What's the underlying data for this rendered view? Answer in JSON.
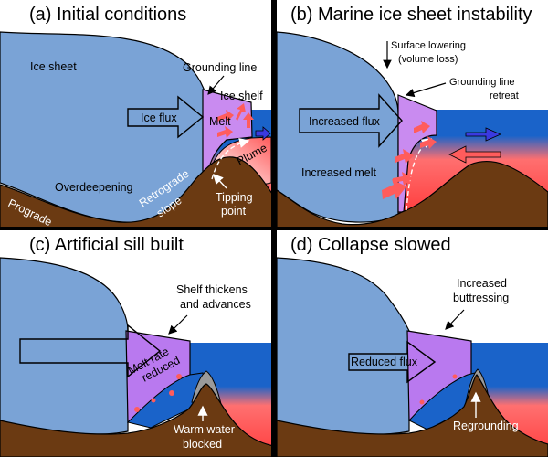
{
  "panels": {
    "a": {
      "title": "(a) Initial conditions",
      "labels": {
        "ice_sheet": "Ice sheet",
        "grounding_line": "Grounding line",
        "ice_shelf": "Ice shelf",
        "ice_flux": "Ice flux",
        "melt": "Melt",
        "plume": "Plume",
        "overdeepening": "Overdeepening",
        "prograde": "Prograde",
        "retrograde_1": "Retrograde",
        "retrograde_2": "slope",
        "tipping_1": "Tipping",
        "tipping_2": "point"
      }
    },
    "b": {
      "title": "(b) Marine ice sheet instability",
      "labels": {
        "surface_1": "Surface lowering",
        "surface_2": "(volume loss)",
        "gl_retreat_1": "Grounding line",
        "gl_retreat_2": "retreat",
        "increased_flux": "Increased flux",
        "increased_melt": "Increased melt"
      }
    },
    "c": {
      "title": "(c) Artificial sill built",
      "labels": {
        "shelf_1": "Shelf thickens",
        "shelf_2": "and advances",
        "melt_rate_1": "Melt rate",
        "melt_rate_2": "reduced",
        "warm_1": "Warm water",
        "warm_2": "blocked"
      }
    },
    "d": {
      "title": "(d) Collapse slowed",
      "labels": {
        "buttress_1": "Increased",
        "buttress_2": "buttressing",
        "reduced_flux": "Reduced flux",
        "regrounding": "Regrounding"
      }
    }
  },
  "colors": {
    "ice": "#7aa3d6",
    "bedrock": "#6b3a12",
    "ice_shelf": "#c98bf0",
    "cold_ocean": "#1a63c9",
    "warm_ocean": "#ff4a4a",
    "sill": "#9a9a9a"
  }
}
